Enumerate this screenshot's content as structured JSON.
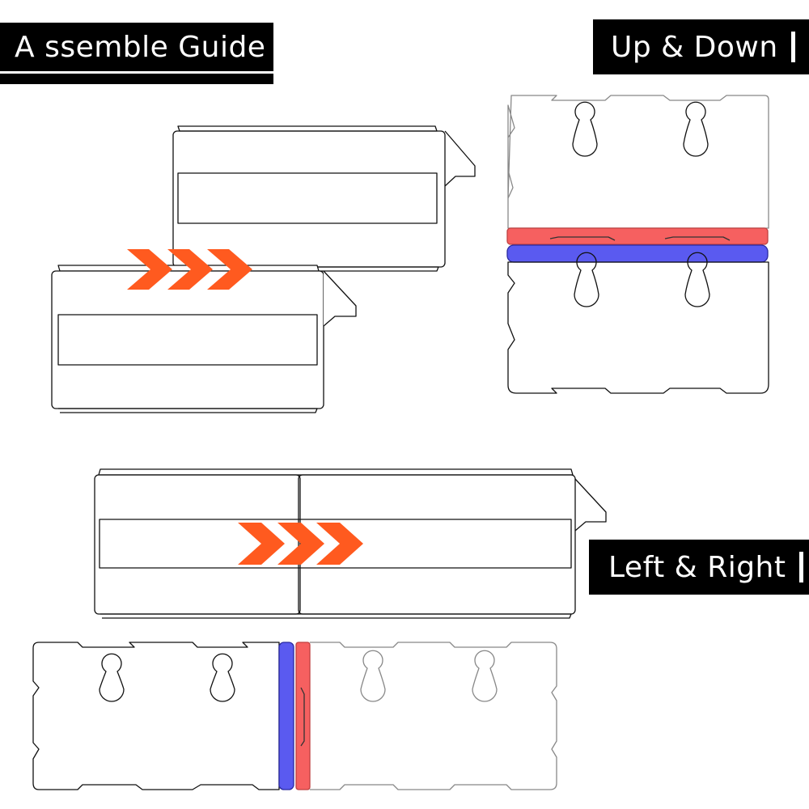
{
  "labels": {
    "title": "A ssemble Guide",
    "up_down": "Up & Down",
    "left_right": "Left & Right"
  },
  "colors": {
    "arrow": "#FF5A1F",
    "red_strip": "#F66060",
    "blue_strip": "#5A5AF0",
    "outline": "#111111",
    "label_bg": "#000000",
    "label_text": "#FFFFFF"
  },
  "icons": {
    "arrows": "triple-chevron-arrow-icon",
    "keyhole": "keyhole-icon"
  }
}
